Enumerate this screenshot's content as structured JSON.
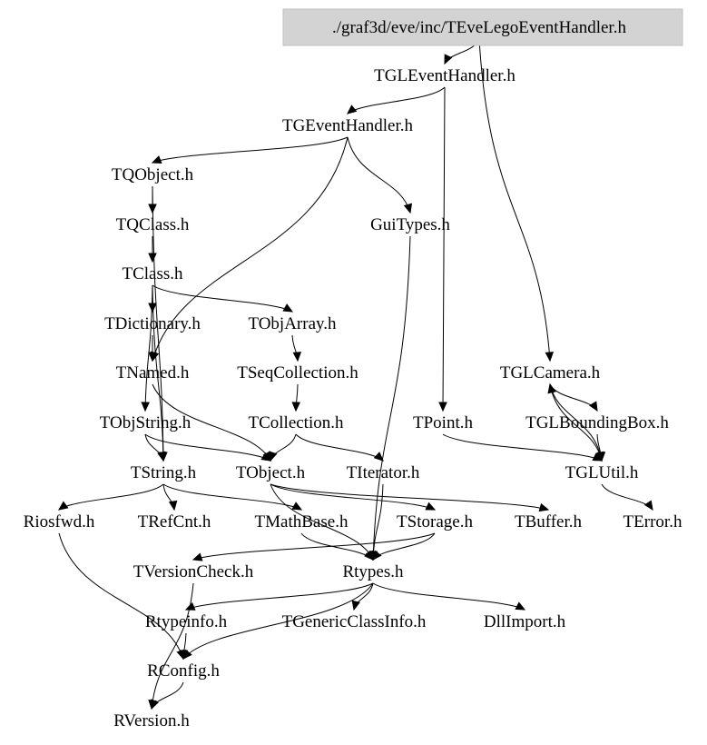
{
  "graph": {
    "root": "./graf3d/eve/inc/TEveLegoEventHandler.h",
    "highlight_color": "#d3d3d3",
    "nodes": [
      {
        "id": "root",
        "label": "./graf3d/eve/inc/TEveLegoEventHandler.h"
      },
      {
        "id": "TGLEventHandler",
        "label": "TGLEventHandler.h"
      },
      {
        "id": "TGEventHandler",
        "label": "TGEventHandler.h"
      },
      {
        "id": "TQObject",
        "label": "TQObject.h"
      },
      {
        "id": "GuiTypes",
        "label": "GuiTypes.h"
      },
      {
        "id": "TQClass",
        "label": "TQClass.h"
      },
      {
        "id": "TClass",
        "label": "TClass.h"
      },
      {
        "id": "TDictionary",
        "label": "TDictionary.h"
      },
      {
        "id": "TObjArray",
        "label": "TObjArray.h"
      },
      {
        "id": "TNamed",
        "label": "TNamed.h"
      },
      {
        "id": "TSeqCollection",
        "label": "TSeqCollection.h"
      },
      {
        "id": "TGLCamera",
        "label": "TGLCamera.h"
      },
      {
        "id": "TObjString",
        "label": "TObjString.h"
      },
      {
        "id": "TCollection",
        "label": "TCollection.h"
      },
      {
        "id": "TPoint",
        "label": "TPoint.h"
      },
      {
        "id": "TGLBoundingBox",
        "label": "TGLBoundingBox.h"
      },
      {
        "id": "TString",
        "label": "TString.h"
      },
      {
        "id": "TObject",
        "label": "TObject.h"
      },
      {
        "id": "TIterator",
        "label": "TIterator.h"
      },
      {
        "id": "TGLUtil",
        "label": "TGLUtil.h"
      },
      {
        "id": "Riosfwd",
        "label": "Riosfwd.h"
      },
      {
        "id": "TRefCnt",
        "label": "TRefCnt.h"
      },
      {
        "id": "TMathBase",
        "label": "TMathBase.h"
      },
      {
        "id": "TStorage",
        "label": "TStorage.h"
      },
      {
        "id": "TBuffer",
        "label": "TBuffer.h"
      },
      {
        "id": "TError",
        "label": "TError.h"
      },
      {
        "id": "TVersionCheck",
        "label": "TVersionCheck.h"
      },
      {
        "id": "Rtypes",
        "label": "Rtypes.h"
      },
      {
        "id": "Rtypeinfo",
        "label": "Rtypeinfo.h"
      },
      {
        "id": "TGenericClassInfo",
        "label": "TGenericClassInfo.h"
      },
      {
        "id": "DllImport",
        "label": "DllImport.h"
      },
      {
        "id": "RConfig",
        "label": "RConfig.h"
      },
      {
        "id": "RVersion",
        "label": "RVersion.h"
      }
    ],
    "edges": [
      [
        "root",
        "TGLEventHandler"
      ],
      [
        "root",
        "TGLCamera"
      ],
      [
        "TGLEventHandler",
        "TGEventHandler"
      ],
      [
        "TGLEventHandler",
        "TPoint"
      ],
      [
        "TGEventHandler",
        "TQObject"
      ],
      [
        "TGEventHandler",
        "GuiTypes"
      ],
      [
        "TGEventHandler",
        "TNamed"
      ],
      [
        "TQObject",
        "TQClass"
      ],
      [
        "TQObject",
        "TString"
      ],
      [
        "TQClass",
        "TClass"
      ],
      [
        "TClass",
        "TDictionary"
      ],
      [
        "TClass",
        "TObjArray"
      ],
      [
        "TClass",
        "TObjString"
      ],
      [
        "TClass",
        "TString"
      ],
      [
        "TDictionary",
        "TNamed"
      ],
      [
        "TObjArray",
        "TSeqCollection"
      ],
      [
        "TNamed",
        "TObject"
      ],
      [
        "TSeqCollection",
        "TCollection"
      ],
      [
        "TObjString",
        "TString"
      ],
      [
        "TObjString",
        "TObject"
      ],
      [
        "TCollection",
        "TObject"
      ],
      [
        "TCollection",
        "TIterator"
      ],
      [
        "TString",
        "Riosfwd"
      ],
      [
        "TString",
        "TRefCnt"
      ],
      [
        "TString",
        "TMathBase"
      ],
      [
        "TObject",
        "TStorage"
      ],
      [
        "TObject",
        "TBuffer"
      ],
      [
        "TObject",
        "Rtypes"
      ],
      [
        "TIterator",
        "Rtypes"
      ],
      [
        "TStorage",
        "Rtypes"
      ],
      [
        "GuiTypes",
        "Rtypes"
      ],
      [
        "TMathBase",
        "Rtypes"
      ],
      [
        "TStorage",
        "TVersionCheck"
      ],
      [
        "TGLCamera",
        "TGLBoundingBox"
      ],
      [
        "TGLCamera",
        "TGLUtil"
      ],
      [
        "TGLBoundingBox",
        "TGLUtil"
      ],
      [
        "TGLUtil",
        "TError"
      ],
      [
        "TGLUtil",
        "TGLCamera"
      ],
      [
        "TPoint",
        "TGLUtil"
      ],
      [
        "Riosfwd",
        "RConfig"
      ],
      [
        "TVersionCheck",
        "RVersion"
      ],
      [
        "Rtypes",
        "Rtypeinfo"
      ],
      [
        "Rtypes",
        "TGenericClassInfo"
      ],
      [
        "Rtypes",
        "DllImport"
      ],
      [
        "Rtypes",
        "RConfig"
      ],
      [
        "Rtypeinfo",
        "RConfig"
      ],
      [
        "RConfig",
        "RVersion"
      ]
    ]
  }
}
